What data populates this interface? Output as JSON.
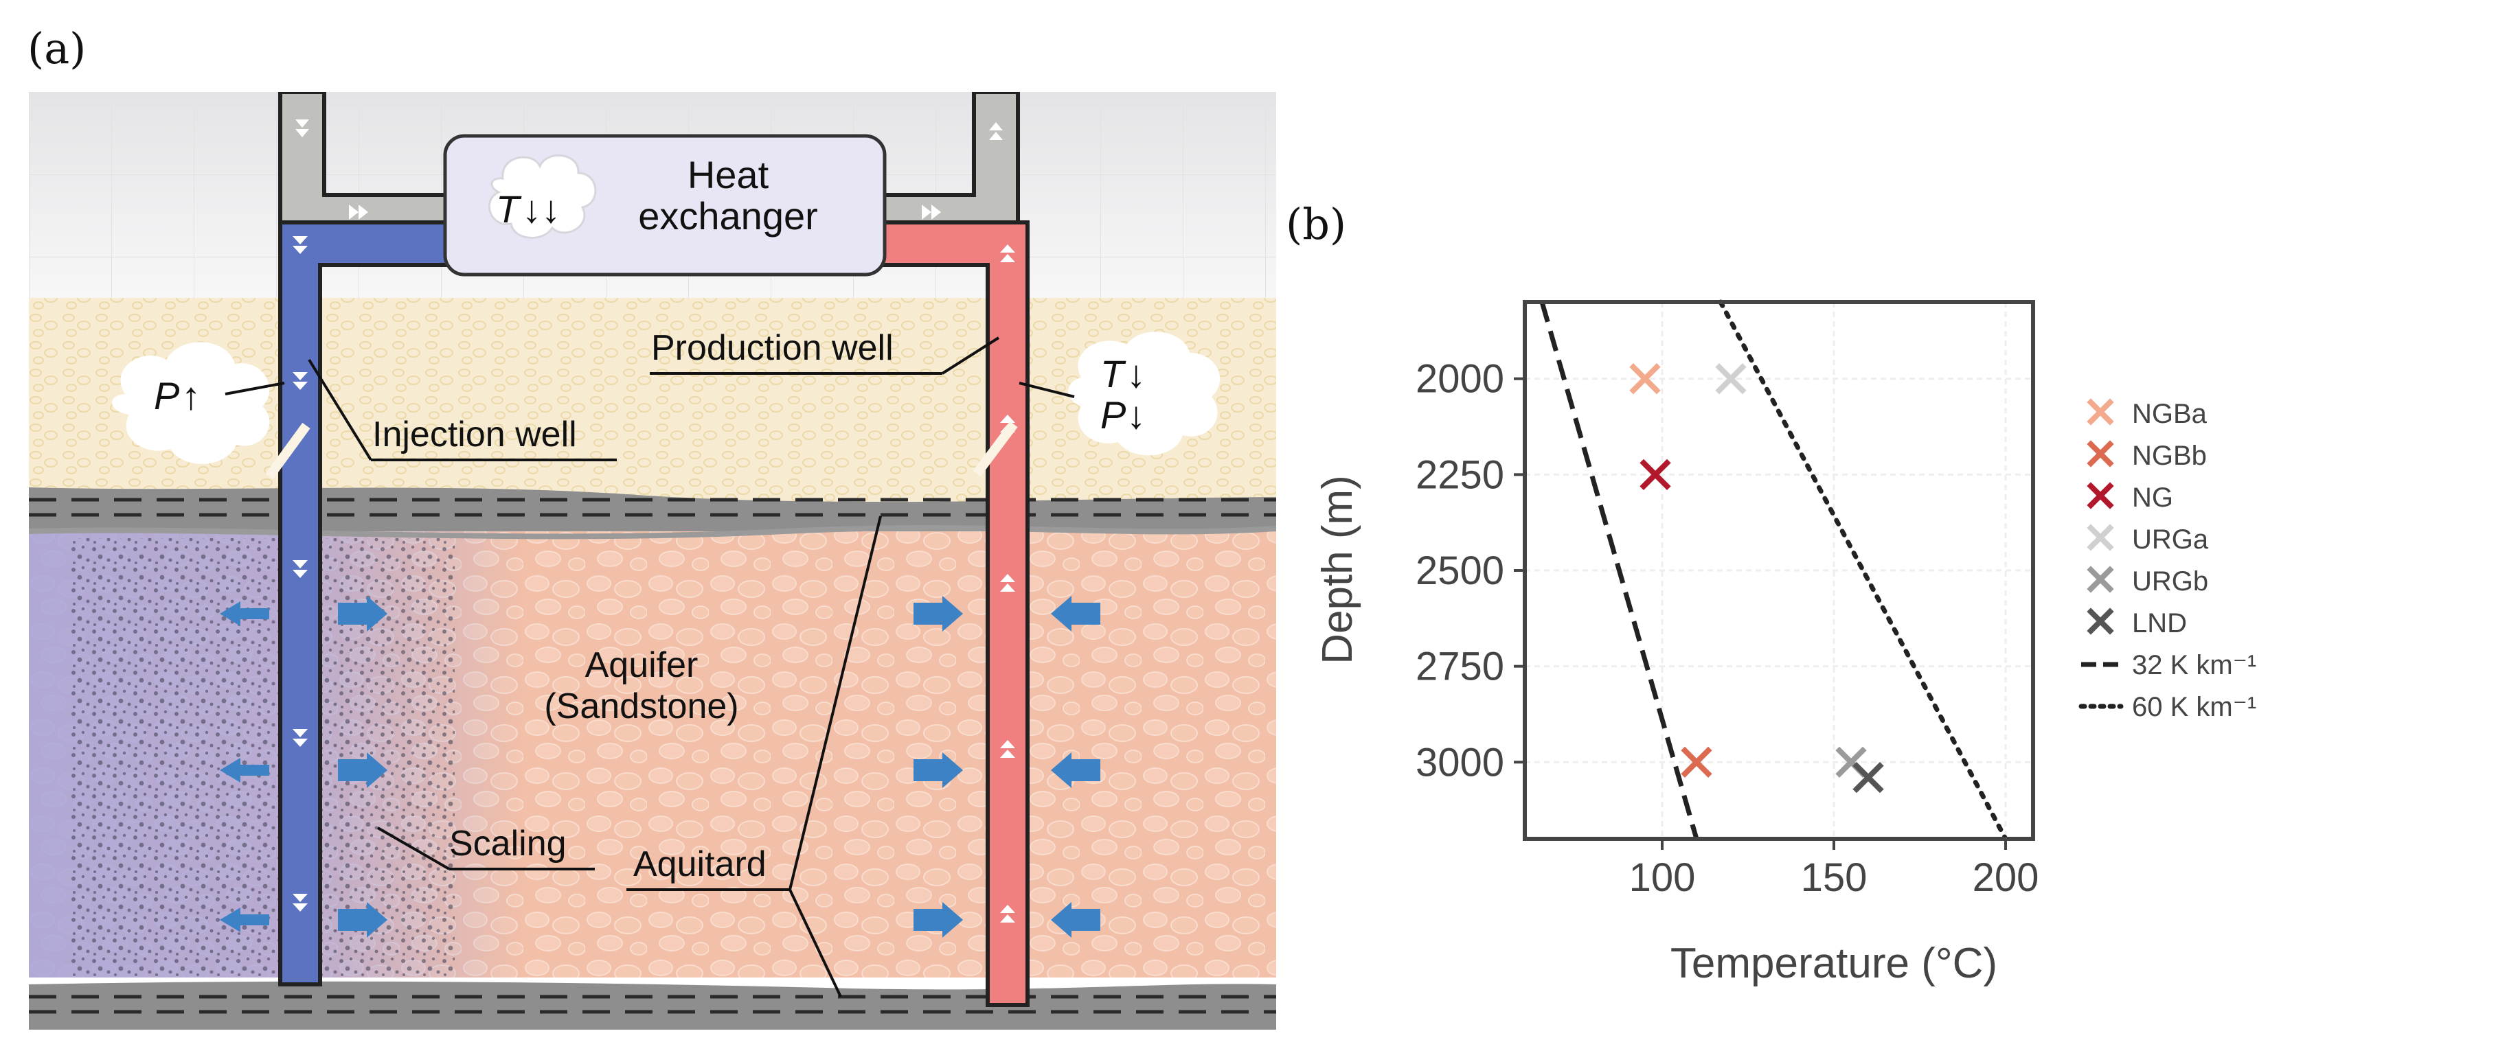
{
  "panel_a": {
    "tag": "(a)",
    "heat_exchanger": [
      "Heat",
      "exchanger"
    ],
    "he_symbol": "T",
    "he_arrows": "↓↓",
    "p_symbol": "P",
    "p_arrow": "↑",
    "t_symbol": "T",
    "t_arrow": "↓",
    "p2_symbol": "P",
    "p2_arrow": "↓",
    "production_well": "Production well",
    "injection_well": "Injection well",
    "aquifer": [
      "Aquifer",
      "(Sandstone)"
    ],
    "scaling": "Scaling",
    "aquitard": "Aquitard",
    "colors": {
      "injection": "#5b73c0",
      "production": "#f08080",
      "surface_pipe": "#c0c0bc",
      "aquifer": "#f2bfa8",
      "cap": "#f7ebd2",
      "aquitard": "#8c8c8c",
      "flow_arrow": "#3d82c4"
    }
  },
  "panel_b": {
    "tag": "(b)",
    "chart_data": {
      "type": "scatter",
      "xlabel": "Temperature (°C)",
      "ylabel": "Depth (m)",
      "xlim": [
        60,
        208
      ],
      "ylim": [
        3200,
        1800
      ],
      "y_inverted": true,
      "xticks": [
        100,
        150,
        200
      ],
      "yticks": [
        2000,
        2250,
        2500,
        2750,
        3000
      ],
      "grid": true,
      "legend_placement": "right",
      "series": [
        {
          "name": "NGBa",
          "color": "#f2a98c",
          "marker": "x",
          "points": [
            [
              95,
              2000
            ]
          ]
        },
        {
          "name": "NGBb",
          "color": "#db6a51",
          "marker": "x",
          "points": [
            [
              110,
              3000
            ]
          ]
        },
        {
          "name": "NG",
          "color": "#b2182b",
          "marker": "x",
          "points": [
            [
              98,
              2250
            ]
          ]
        },
        {
          "name": "URGa",
          "color": "#d0d0d0",
          "marker": "x",
          "points": [
            [
              120,
              2000
            ]
          ]
        },
        {
          "name": "URGb",
          "color": "#9a9a9a",
          "marker": "x",
          "points": [
            [
              155,
              3000
            ]
          ]
        },
        {
          "name": "LND",
          "color": "#555555",
          "marker": "x",
          "points": [
            [
              160,
              3040
            ]
          ]
        }
      ],
      "lines": [
        {
          "name": "32 K km⁻¹",
          "style": "dashed",
          "color": "#222222",
          "points": [
            [
              65,
              1800
            ],
            [
              110,
              3200
            ]
          ]
        },
        {
          "name": "60 K km⁻¹",
          "style": "dotted",
          "color": "#222222",
          "points": [
            [
              117,
              1800
            ],
            [
              200,
              3200
            ]
          ]
        }
      ]
    }
  }
}
